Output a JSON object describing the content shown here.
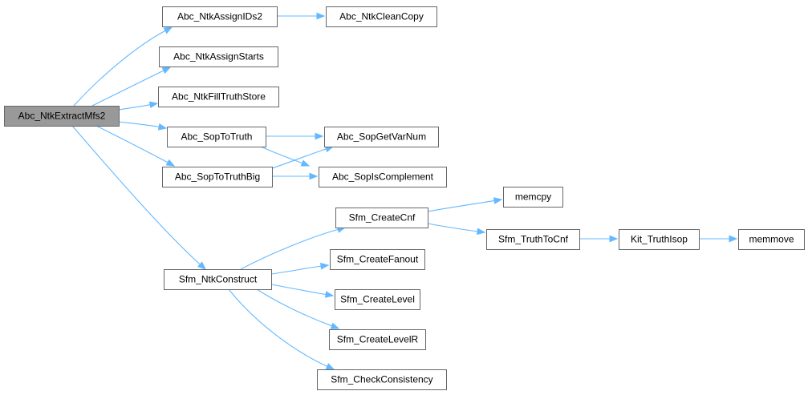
{
  "graph": {
    "type": "call-graph",
    "colors": {
      "edge": "#63b8ff",
      "root_fill": "#999999",
      "node_fill": "#ffffff",
      "node_border": "#666666"
    },
    "nodes": [
      {
        "id": "n0",
        "label": "Abc_NtkExtractMfs2",
        "root": true
      },
      {
        "id": "n1",
        "label": "Abc_NtkAssignIDs2"
      },
      {
        "id": "n2",
        "label": "Abc_NtkCleanCopy"
      },
      {
        "id": "n3",
        "label": "Abc_NtkAssignStarts"
      },
      {
        "id": "n4",
        "label": "Abc_NtkFillTruthStore"
      },
      {
        "id": "n5",
        "label": "Abc_SopToTruth"
      },
      {
        "id": "n6",
        "label": "Abc_SopGetVarNum"
      },
      {
        "id": "n7",
        "label": "Abc_SopToTruthBig"
      },
      {
        "id": "n8",
        "label": "Abc_SopIsComplement"
      },
      {
        "id": "n9",
        "label": "Sfm_NtkConstruct"
      },
      {
        "id": "n10",
        "label": "Sfm_CreateCnf"
      },
      {
        "id": "n11",
        "label": "memcpy"
      },
      {
        "id": "n12",
        "label": "Sfm_TruthToCnf"
      },
      {
        "id": "n13",
        "label": "Kit_TruthIsop"
      },
      {
        "id": "n14",
        "label": "memmove"
      },
      {
        "id": "n15",
        "label": "Sfm_CreateFanout"
      },
      {
        "id": "n16",
        "label": "Sfm_CreateLevel"
      },
      {
        "id": "n17",
        "label": "Sfm_CreateLevelR"
      },
      {
        "id": "n18",
        "label": "Sfm_CheckConsistency"
      }
    ],
    "edges": [
      {
        "from": "n0",
        "to": "n1"
      },
      {
        "from": "n0",
        "to": "n3"
      },
      {
        "from": "n0",
        "to": "n4"
      },
      {
        "from": "n0",
        "to": "n5"
      },
      {
        "from": "n0",
        "to": "n7"
      },
      {
        "from": "n0",
        "to": "n9"
      },
      {
        "from": "n1",
        "to": "n2"
      },
      {
        "from": "n5",
        "to": "n6"
      },
      {
        "from": "n5",
        "to": "n8"
      },
      {
        "from": "n7",
        "to": "n6"
      },
      {
        "from": "n7",
        "to": "n8"
      },
      {
        "from": "n9",
        "to": "n10"
      },
      {
        "from": "n9",
        "to": "n15"
      },
      {
        "from": "n9",
        "to": "n16"
      },
      {
        "from": "n9",
        "to": "n17"
      },
      {
        "from": "n9",
        "to": "n18"
      },
      {
        "from": "n10",
        "to": "n11"
      },
      {
        "from": "n10",
        "to": "n12"
      },
      {
        "from": "n12",
        "to": "n13"
      },
      {
        "from": "n13",
        "to": "n14"
      }
    ]
  }
}
